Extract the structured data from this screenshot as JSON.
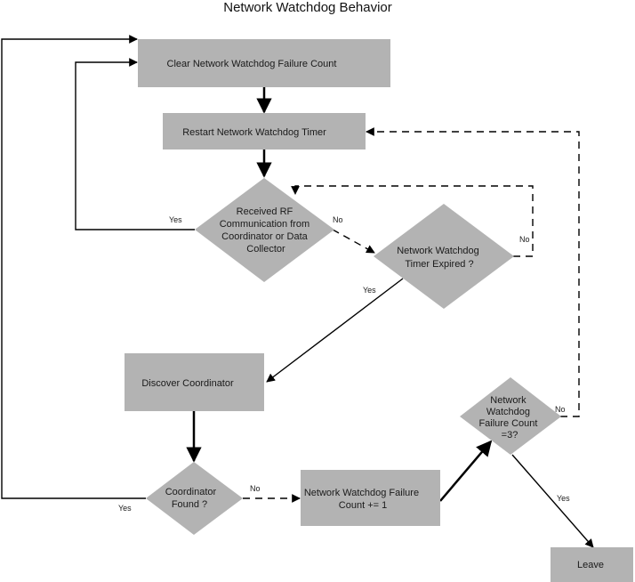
{
  "title": "Network Watchdog Behavior",
  "colors": {
    "box": "#b3b3b3",
    "line": "#000000",
    "text": "#1a1a1a",
    "background": "#ffffff"
  },
  "nodes": {
    "clear": {
      "lines": [
        "Clear Network Watchdog Failure Count"
      ]
    },
    "restart": {
      "lines": [
        "Restart Network Watchdog Timer"
      ]
    },
    "received": {
      "lines": [
        "Received RF",
        "Communication from",
        "Coordinator or Data",
        "Collector"
      ]
    },
    "expired": {
      "lines": [
        "Network Watchdog",
        "Timer Expired    ?"
      ]
    },
    "discover": {
      "lines": [
        "Discover Coordinator"
      ]
    },
    "found": {
      "lines": [
        "Coordinator",
        "Found  ?"
      ]
    },
    "increment": {
      "lines": [
        "Network Watchdog Failure",
        "Count    += 1"
      ]
    },
    "failcount": {
      "lines": [
        "Network",
        "Watchdog",
        "Failure Count",
        "=3?"
      ]
    },
    "leave": {
      "lines": [
        "Leave"
      ]
    }
  },
  "edge_labels": {
    "received_yes": "Yes",
    "received_no": "No",
    "expired_no": "No",
    "expired_yes": "Yes",
    "found_no": "No",
    "found_yes": "Yes",
    "failcount_no": "No",
    "failcount_yes": "Yes"
  }
}
